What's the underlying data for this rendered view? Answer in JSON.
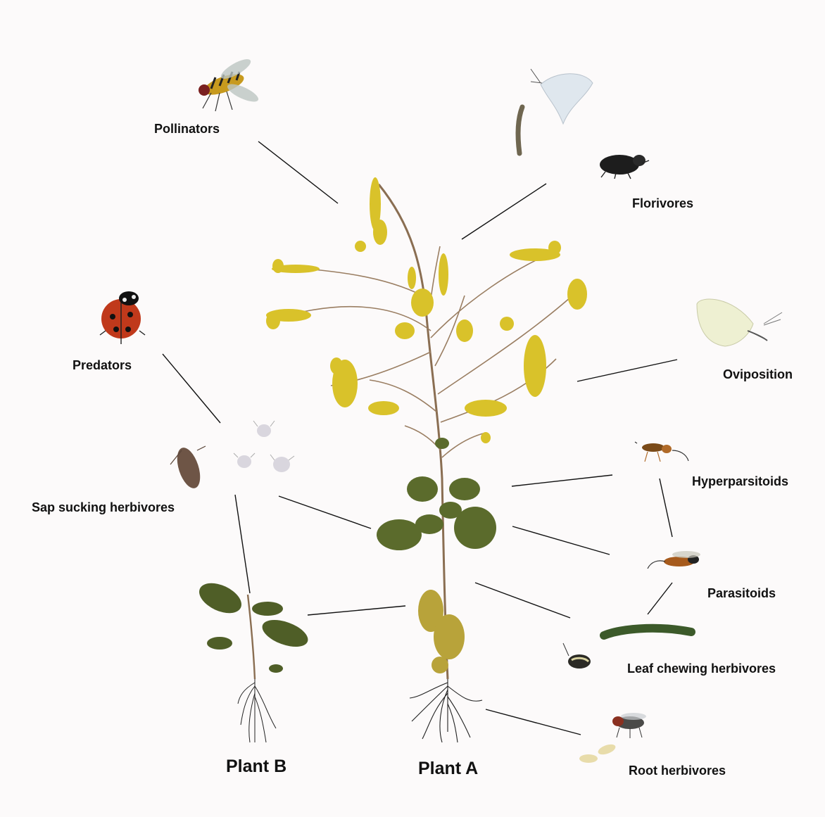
{
  "labels": {
    "pollinators": "Pollinators",
    "florivores": "Florivores",
    "predators": "Predators",
    "oviposition": "Oviposition",
    "sap_sucking": "Sap sucking herbivores",
    "hyperparasitoids": "Hyperparsitoids",
    "parasitoids": "Parasitoids",
    "leaf_chewing": "Leaf chewing herbivores",
    "root_herbivores": "Root herbivores",
    "plant_a": "Plant A",
    "plant_b": "Plant B"
  },
  "colors": {
    "flower": "#d9c22a",
    "stem": "#8a6e52",
    "leaf": "#5b6b2c",
    "leaf_yellow": "#b8a33a",
    "root": "#222222",
    "line": "#111111"
  }
}
